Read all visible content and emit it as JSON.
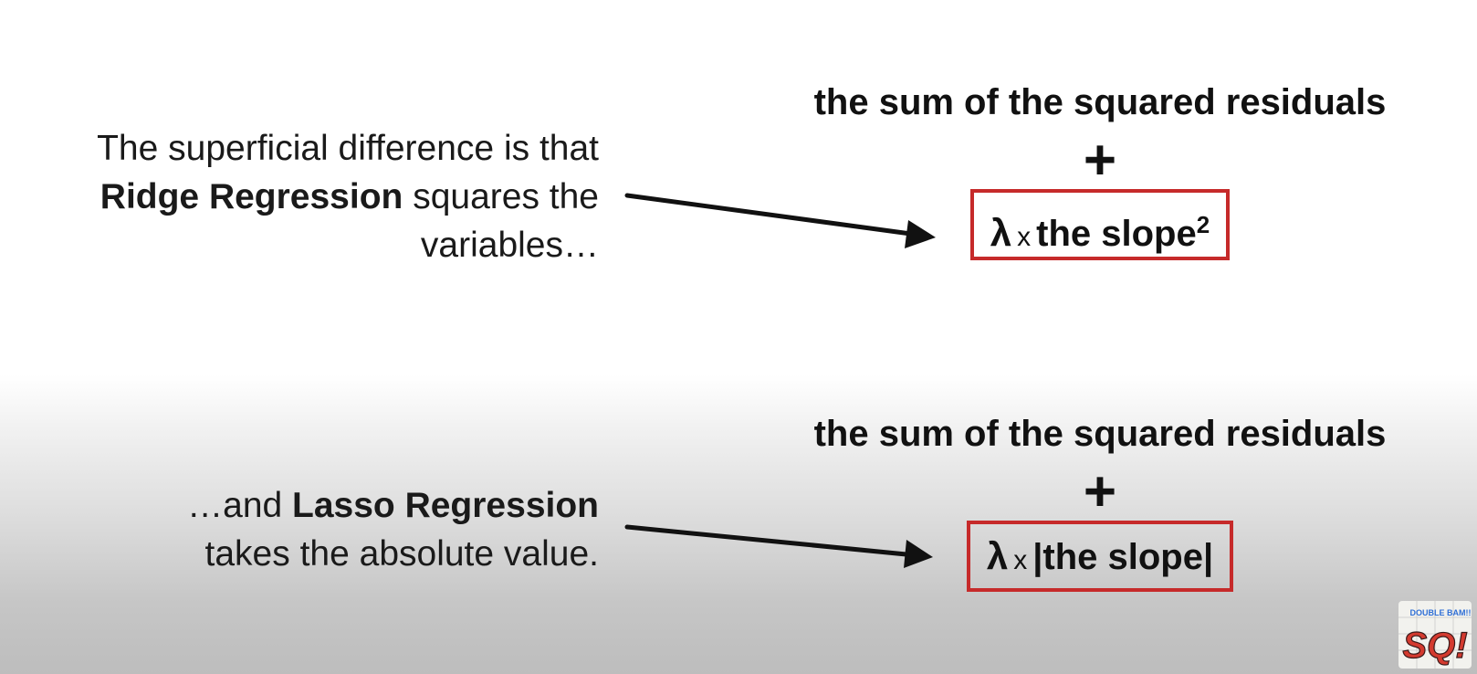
{
  "ridge": {
    "caption_line1": "The superficial difference is that",
    "caption_bold": "Ridge Regression",
    "caption_line2_rest": " squares the",
    "caption_line3": "variables…",
    "sum_label": "the sum of the squared residuals",
    "plus": "+",
    "lambda": "λ",
    "times": "x",
    "penalty_text": "the slope",
    "superscript": "2"
  },
  "lasso": {
    "caption_prefix": "…and ",
    "caption_bold": "Lasso Regression",
    "caption_line2": "takes the absolute value.",
    "sum_label": "the sum of the squared residuals",
    "plus": "+",
    "lambda": "λ",
    "times": "x",
    "penalty_text": "|the slope|"
  },
  "logo": {
    "text_top": "DOUBLE BAM!!",
    "text_main": "SQ!"
  },
  "colors": {
    "box_border": "#c62a2a",
    "text": "#111111",
    "logo_red": "#d43a2f",
    "logo_blue": "#2f6fd6"
  }
}
